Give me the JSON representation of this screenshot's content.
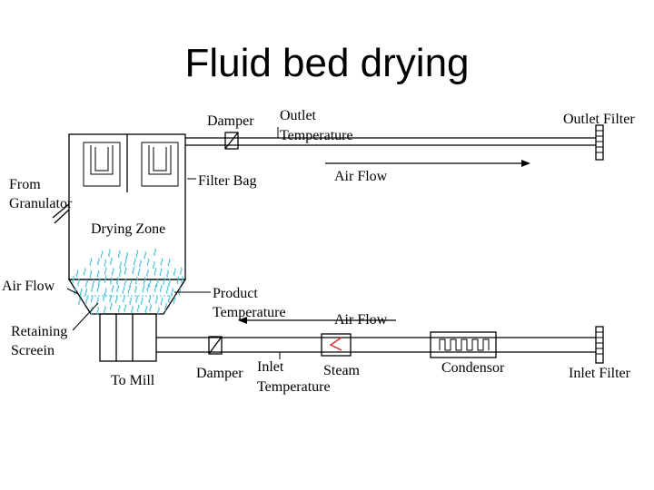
{
  "title": "Fluid bed drying",
  "labels": {
    "damper_top": "Damper",
    "outlet_temperature_1": "Outlet",
    "outlet_temperature_2": "Temperature",
    "outlet_filter": "Outlet Filter",
    "filter_bag": "Filter Bag",
    "air_flow_top": "Air Flow",
    "from_granulator_1": "From",
    "from_granulator_2": "Granulator",
    "drying_zone": "Drying Zone",
    "air_flow_left": "Air Flow",
    "product_temperature_1": "Product",
    "product_temperature_2": "Temperature",
    "air_flow_bottom": "Air Flow",
    "retaining_screen_1": "Retaining",
    "retaining_screen_2": "Screein",
    "to_mill": "To Mill",
    "damper_bottom": "Damper",
    "inlet_temperature_1": "Inlet",
    "inlet_temperature_2": "Temperature",
    "steam": "Steam",
    "condensor": "Condensor",
    "inlet_filter": "Inlet Filter"
  },
  "colors": {
    "line": "#000000",
    "particles": "#4fc3d8",
    "background": "#ffffff"
  }
}
